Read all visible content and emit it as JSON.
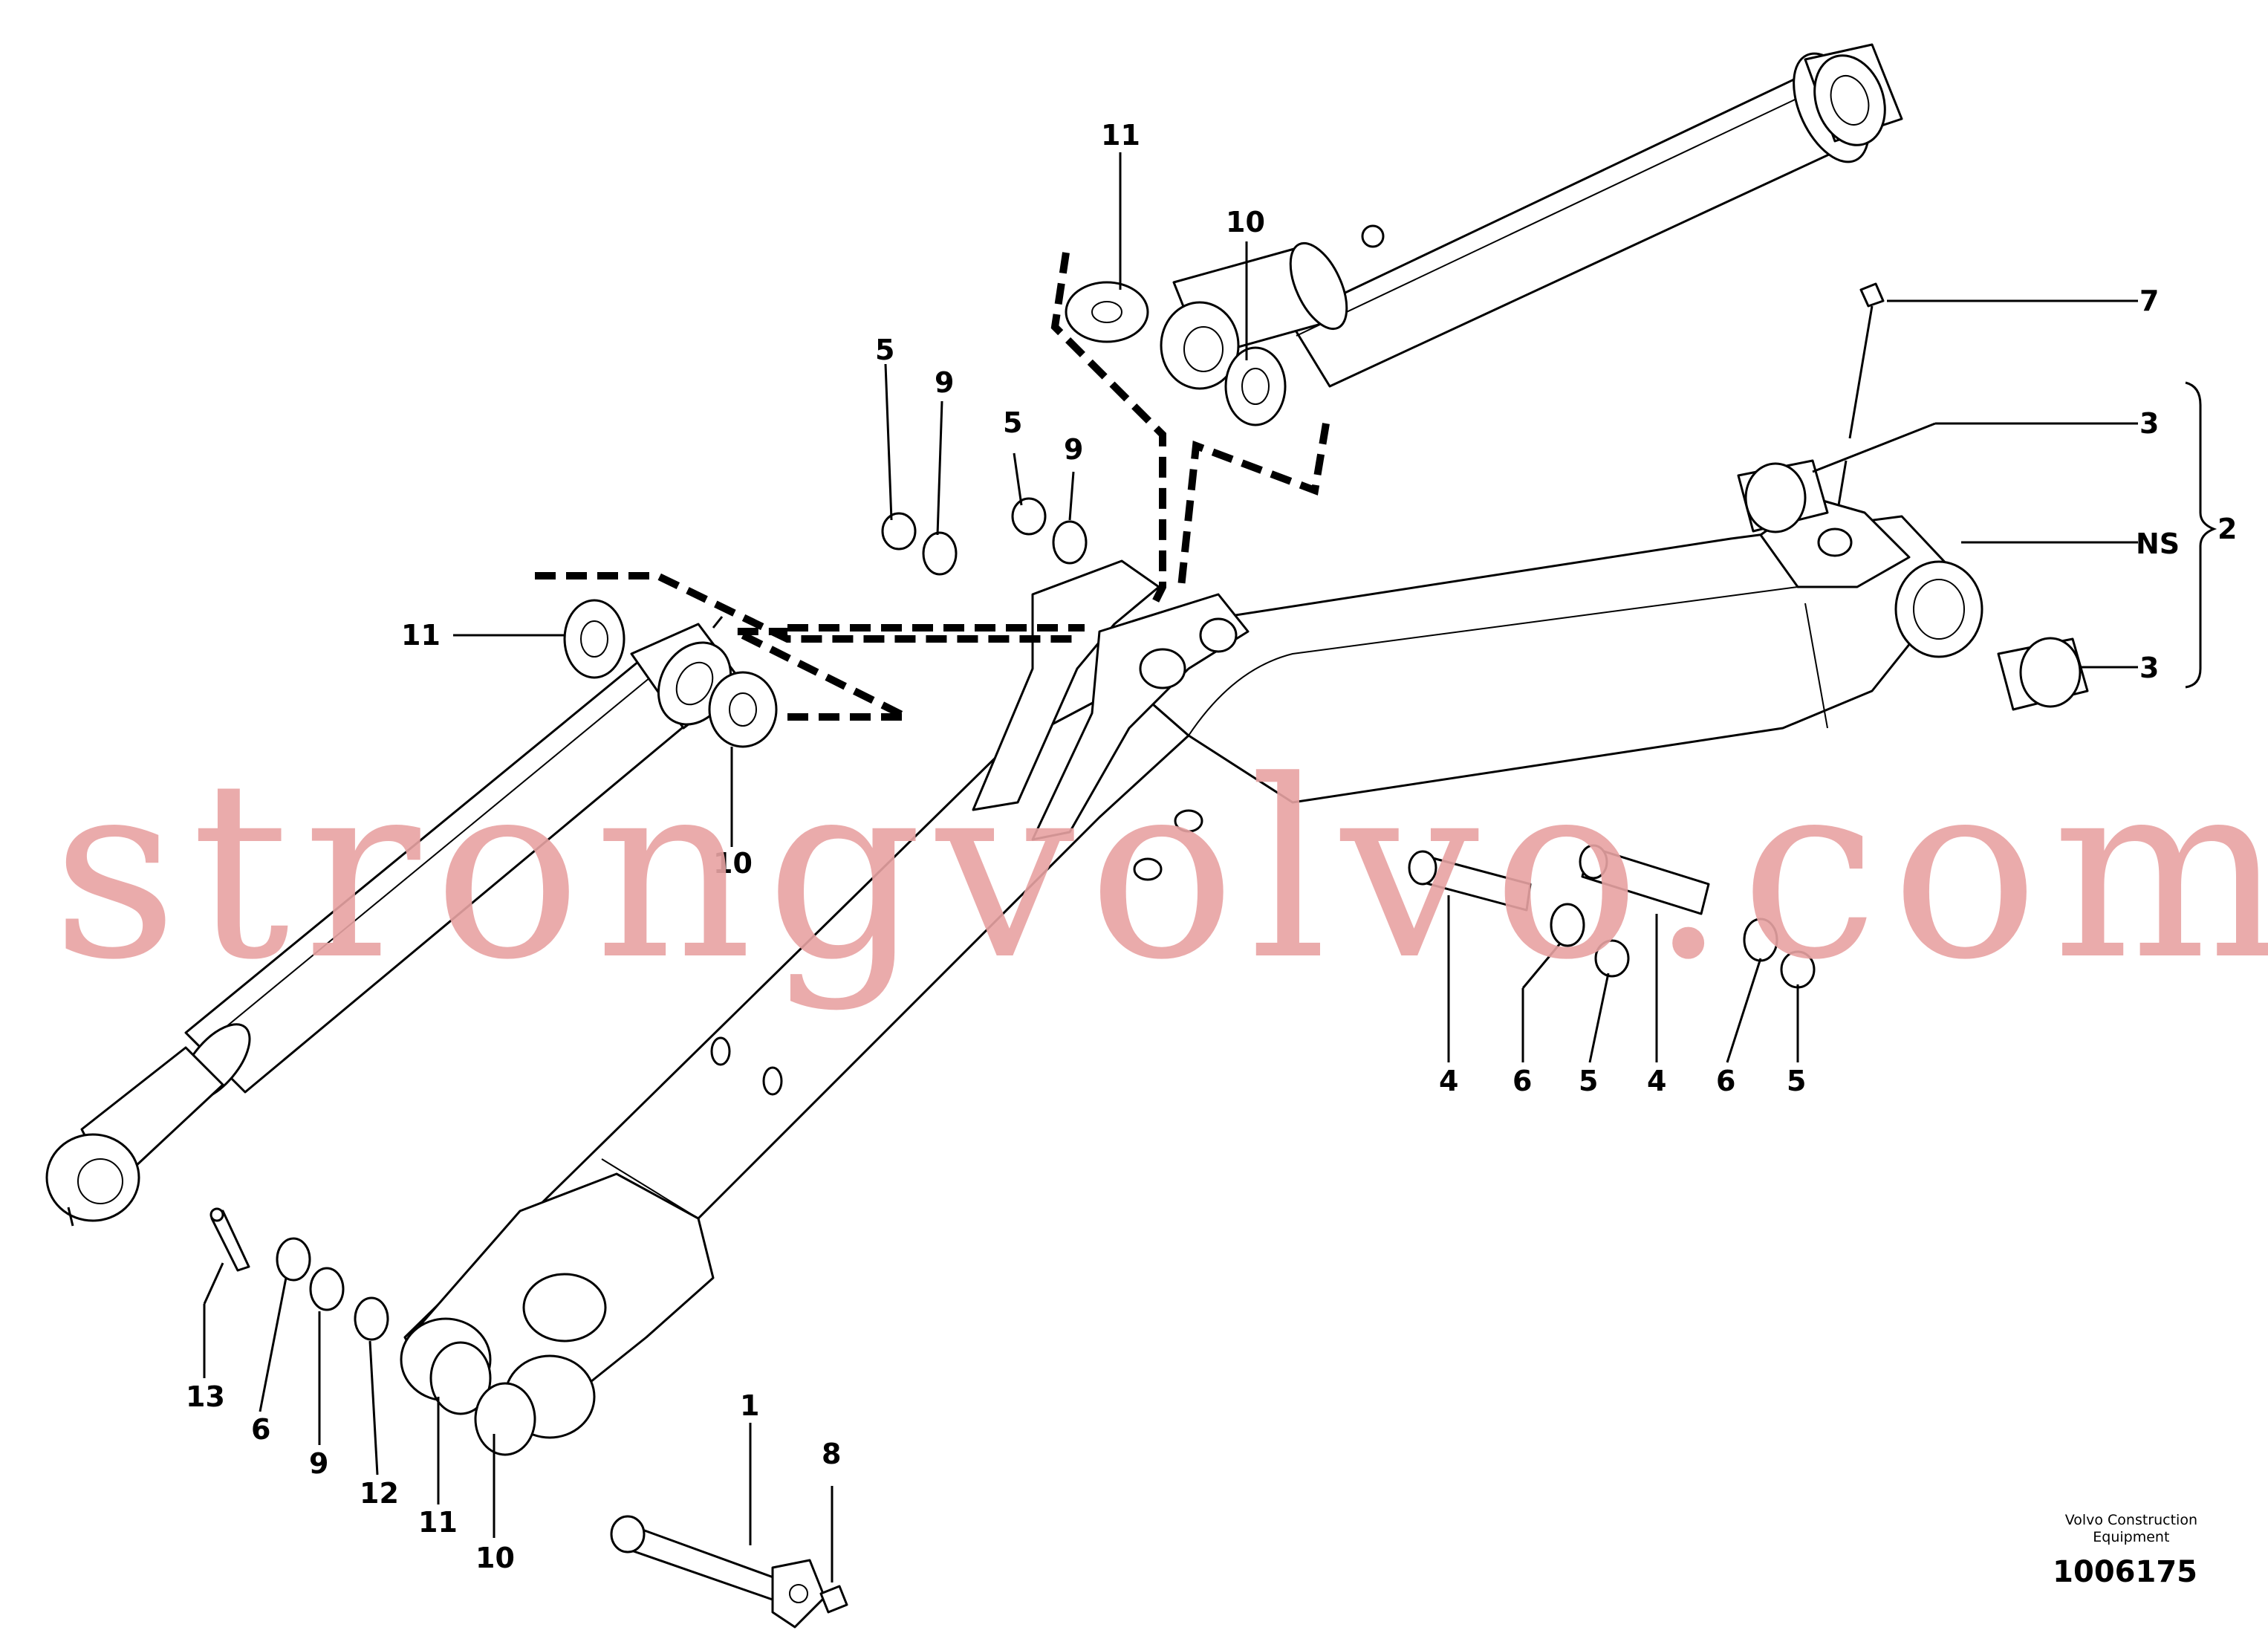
{
  "callouts": {
    "n11a": "11",
    "n10a": "10",
    "n5a": "5",
    "n9a": "9",
    "n5b": "5",
    "n9b": "9",
    "n7": "7",
    "n3a": "3",
    "nNS": "NS",
    "n2": "2",
    "n3b": "3",
    "n11b": "11",
    "n10b": "10",
    "n4a": "4",
    "n6a": "6",
    "n5c": "5",
    "n4b": "4",
    "n6b": "6",
    "n5d": "5",
    "n13": "13",
    "n6c": "6",
    "n9c": "9",
    "n12": "12",
    "n11c": "11",
    "n10c": "10",
    "n1": "1",
    "n8": "8"
  },
  "watermark": "strongvolvo.com",
  "brand": {
    "line1": "Volvo Construction",
    "line2": "Equipment"
  },
  "document_number": "1006175"
}
